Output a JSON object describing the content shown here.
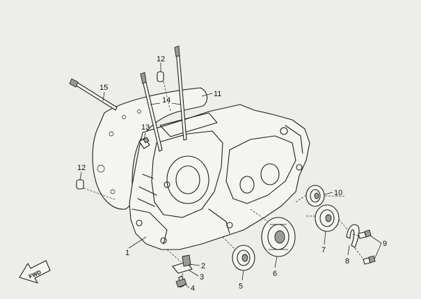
{
  "diagram": {
    "callouts": [
      "1",
      "2",
      "3",
      "4",
      "5",
      "6",
      "7",
      "8",
      "9",
      "10",
      "11",
      "12",
      "12",
      "13",
      "14",
      "15"
    ],
    "fwd_label": "FWD"
  }
}
